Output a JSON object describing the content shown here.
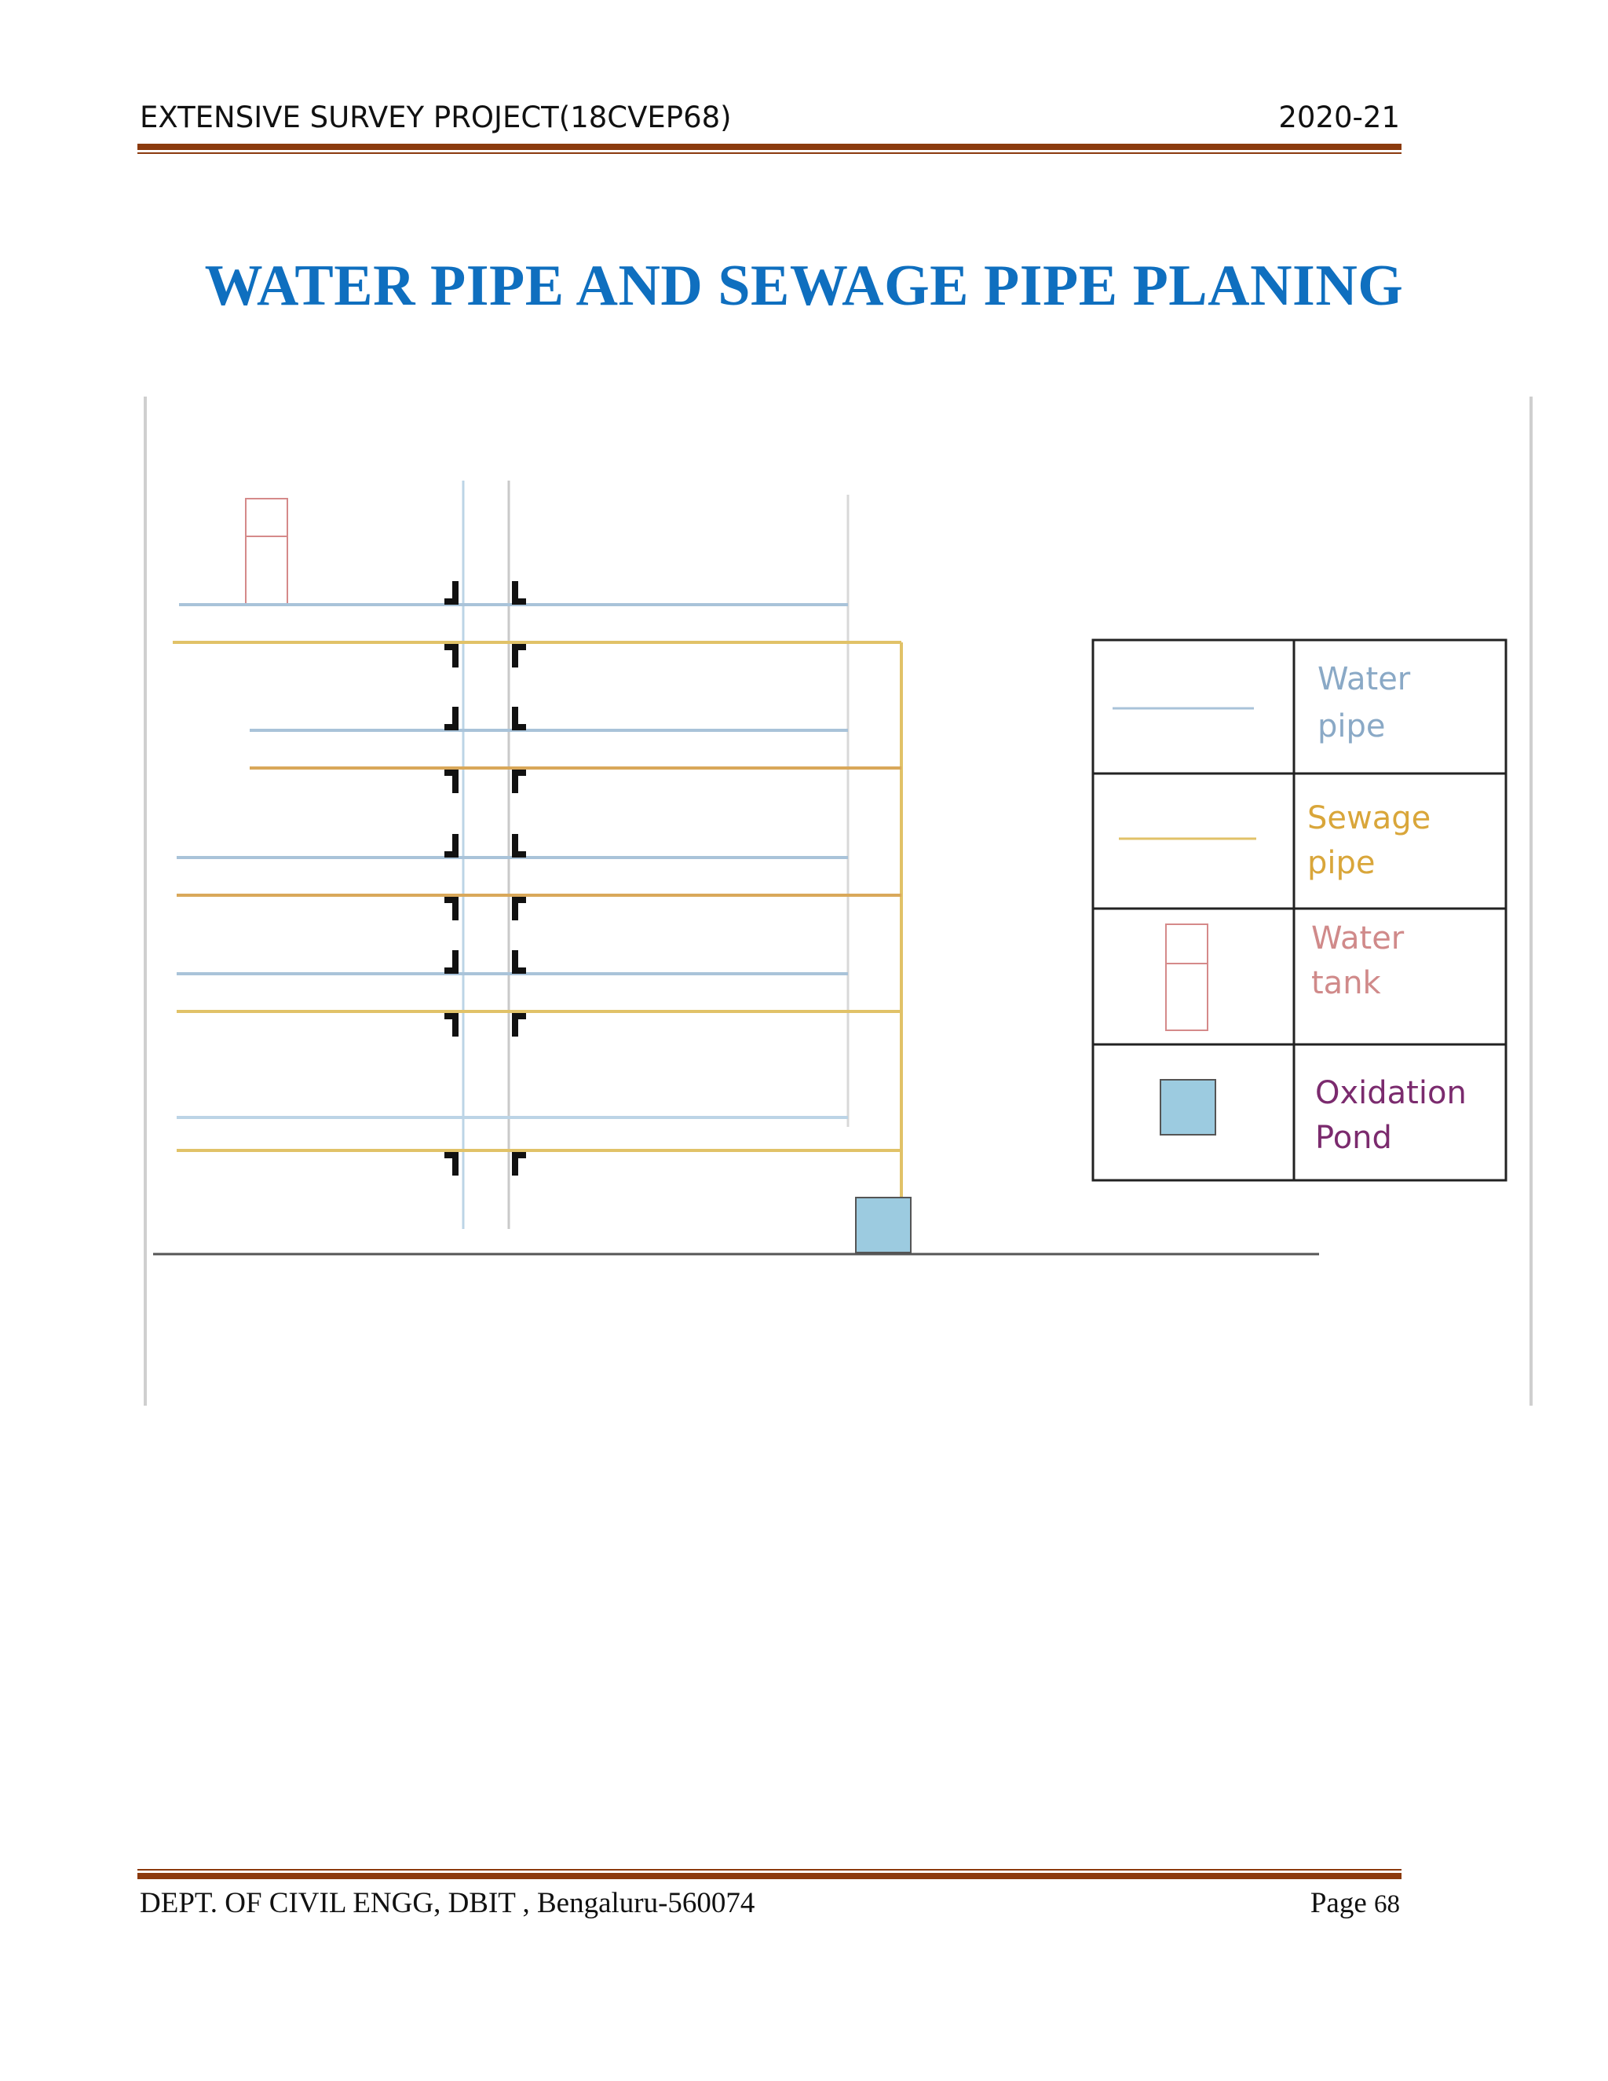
{
  "header": {
    "left": "EXTENSIVE SURVEY PROJECT(18CVEP68)",
    "right": "2020-21"
  },
  "title": "WATER PIPE AND SEWAGE PIPE PLANING",
  "colors": {
    "rule": "#8b3a0e",
    "title": "#0f6fbf",
    "water_pipe": "#a9c3d9",
    "sewage_pipe": "#d9b25a",
    "water_tank": "#d58a8a",
    "oxidation_pond": "#9ccbe0",
    "oxidation_pond_text": "#7b2b6e"
  },
  "legend": [
    {
      "symbol": "water-pipe-line",
      "line1": "Water",
      "line2": "pipe",
      "color": "#8aa9c6"
    },
    {
      "symbol": "sewage-pipe-line",
      "line1": "Sewage",
      "line2": "pipe",
      "color": "#d9a63a"
    },
    {
      "symbol": "water-tank",
      "line1": "Water",
      "line2": "tank",
      "color": "#d08a8a"
    },
    {
      "symbol": "oxidation-pond",
      "line1": "Oxidation",
      "line2": "Pond",
      "color": "#7b2b6e"
    }
  ],
  "footer": {
    "left": "DEPT. OF CIVIL ENGG, DBIT , Bengaluru-560074",
    "page_label": "Page",
    "page_number": "68"
  }
}
